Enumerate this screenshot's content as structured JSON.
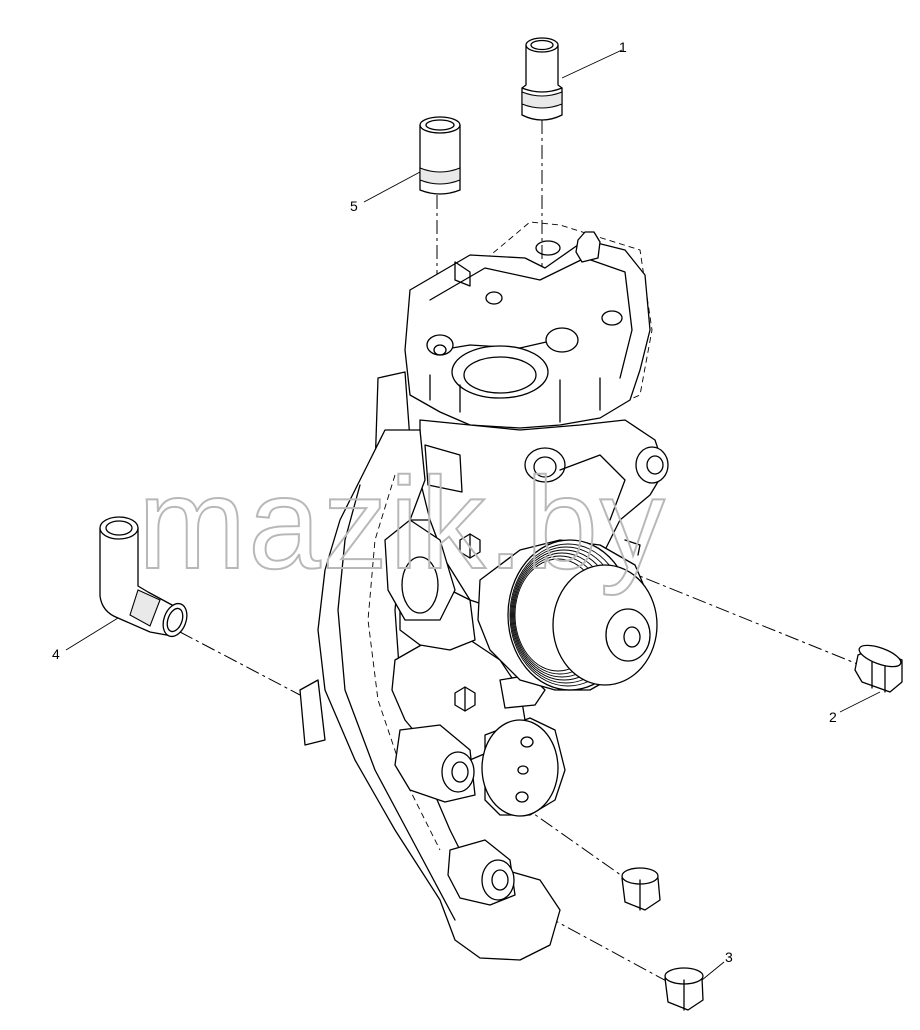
{
  "watermark": "mazik.by",
  "callouts": [
    {
      "id": "1",
      "label": "1"
    },
    {
      "id": "2",
      "label": "2"
    },
    {
      "id": "3",
      "label": "3"
    },
    {
      "id": "4",
      "label": "4"
    },
    {
      "id": "5",
      "label": "5"
    }
  ]
}
